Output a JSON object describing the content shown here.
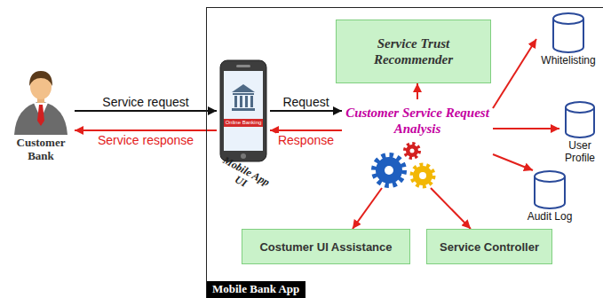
{
  "diagram": {
    "nodes": [
      {
        "text": [
          "Customer Bank"
        ]
      },
      {
        "text": [
          "Mobile Bank App"
        ]
      },
      {
        "text": [
          "Mobile App UI"
        ],
        "in": 1
      },
      {
        "text": [
          "Service Trust Recommender"
        ],
        "in": 1
      },
      {
        "text": [
          "Customer Service Request Analysis"
        ],
        "in": 1
      },
      {
        "text": [
          "Whitelisting"
        ],
        "in": 1
      },
      {
        "text": [
          "User Profile"
        ],
        "in": 1
      },
      {
        "text": [
          "Audit Log"
        ],
        "in": 1
      },
      {
        "text": [
          "Costumer UI Assistance"
        ],
        "in": 1
      },
      {
        "text": [
          "Service Controller"
        ],
        "in": 1
      }
    ],
    "edges": [
      {
        "from": 0,
        "to": 2,
        "label": "Service request",
        "arrow": "to"
      },
      {
        "from": 2,
        "to": 0,
        "label": "Service response",
        "arrow": "to"
      },
      {
        "from": 2,
        "to": 4,
        "label": "Request",
        "arrow": "to"
      },
      {
        "from": 4,
        "to": 2,
        "label": "Response",
        "arrow": "to"
      },
      {
        "from": 4,
        "to": 3,
        "arrow": "to"
      },
      {
        "from": 4,
        "to": 5,
        "arrow": "to"
      },
      {
        "from": 4,
        "to": 6,
        "arrow": "to"
      },
      {
        "from": 4,
        "to": 7,
        "arrow": "to"
      },
      {
        "from": 4,
        "to": 8,
        "arrow": "to"
      },
      {
        "from": 4,
        "to": 9,
        "arrow": "to"
      }
    ],
    "labels": [
      "Online Banking"
    ]
  }
}
